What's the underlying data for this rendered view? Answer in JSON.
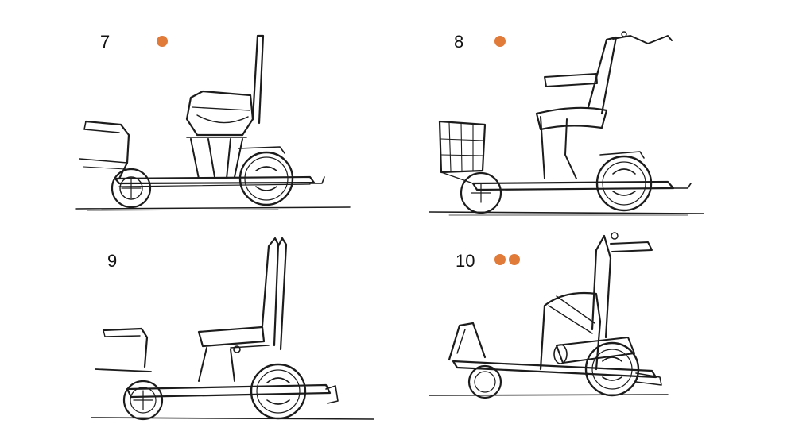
{
  "accent_color": "#e07b3a",
  "sketches": [
    {
      "label": "7",
      "dots": 1
    },
    {
      "label": "8",
      "dots": 1
    },
    {
      "label": "9",
      "dots": 0
    },
    {
      "label": "10",
      "dots": 2
    }
  ]
}
